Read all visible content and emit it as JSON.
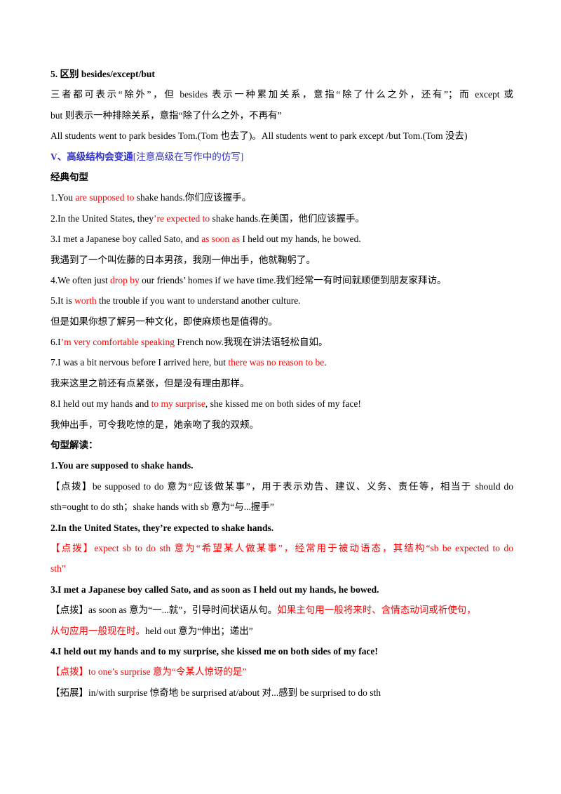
{
  "section5": {
    "heading": "5.  区别 besides/except/but",
    "para1_line1": "三者都可表示“除外”，但 besides 表示一种累加关系，意指“除了什么之外，还有”；而 except 或",
    "para1_line2": "but 则表示一种排除关系，意指“除了什么之外，不再有”",
    "example": "All students went to park besides Tom.(Tom 也去了)。All students went to park except /but Tom.(Tom 没去)"
  },
  "section_v": {
    "heading": "V、高级结构会变通",
    "note": "[注意高级在写作中的仿写]"
  },
  "classic": {
    "heading": "经典句型",
    "s1": {
      "pre": "1.You ",
      "hl": "are supposed to",
      "post": " shake hands.你们应该握手。"
    },
    "s2": {
      "pre": "2.In the United States, they",
      "hl": "’re expected to",
      "post": " shake hands.在美国，他们应该握手。"
    },
    "s3": {
      "pre": "3.I met a Japanese boy called Sato, and ",
      "hl": "as soon as",
      "post": " I held out my hands, he bowed."
    },
    "s3_cn": "我遇到了一个叫佐藤的日本男孩，我刚一伸出手，他就鞠躬了。",
    "s4": {
      "pre": "4.We often just ",
      "hl": "drop by",
      "post": " our friends’ homes if we have time.我们经常一有时间就顺便到朋友家拜访。"
    },
    "s5": {
      "pre": "5.It is ",
      "hl": "worth",
      "post": " the trouble if you want to understand another culture."
    },
    "s5_cn": "但是如果你想了解另一种文化，即使麻烦也是值得的。",
    "s6": {
      "pre": "6.I",
      "hl": "’m very comfortable speaking",
      "post": " French now.我现在讲法语轻松自如。"
    },
    "s7": {
      "pre": "7.I was a bit nervous before I arrived here, but ",
      "hl": "there was no reason to be",
      "post": "."
    },
    "s7_cn": "我来这里之前还有点紧张，但是没有理由那样。",
    "s8": {
      "pre": "8.I held out my hands and ",
      "hl": "to my surprise",
      "post": ", she kissed me on both sides of my face!"
    },
    "s8_cn": "我伸出手，可令我吃惊的是，她亲吻了我的双颊。"
  },
  "analysis": {
    "heading": "句型解读：",
    "q1": "1.You are supposed to shake hands.",
    "q1_tip_line1": "【点拨】be supposed to do 意为“应该做某事”，用于表示劝告、建议、义务、责任等，相当于 should do",
    "q1_tip_line2": "sth=ought to do sth；shake hands with sb 意为“与...握手”",
    "q2": "2.In the United States, they’re expected to shake hands.",
    "q2_tip_line1": "【点拨】expect sb to do sth 意为“希望某人做某事”，经常用于被动语态，其结构“sb be expected to do",
    "q2_tip_line2": "sth”",
    "q3": "3.I met a Japanese boy called Sato, and as soon as I held out my hands, he bowed.",
    "q3_tip_a": "【点拨】as soon as 意为“一...就”，引导时间状语从句。",
    "q3_tip_red1": "如果主句用一般将来时、含情态动词或祈使句，",
    "q3_tip_red2": "从句应用一般现在时。",
    "q3_tip_b": "held out 意为“伸出；递出”",
    "q4": "4.I held out my hands and to my surprise, she kissed me on both sides of my face!",
    "q4_tip": "【点拨】to one’s surprise 意为“令某人惊讶的是”",
    "q4_ext": "【拓展】in/with surprise 惊奇地  be surprised at/about 对...感到  be surprised to do sth"
  }
}
